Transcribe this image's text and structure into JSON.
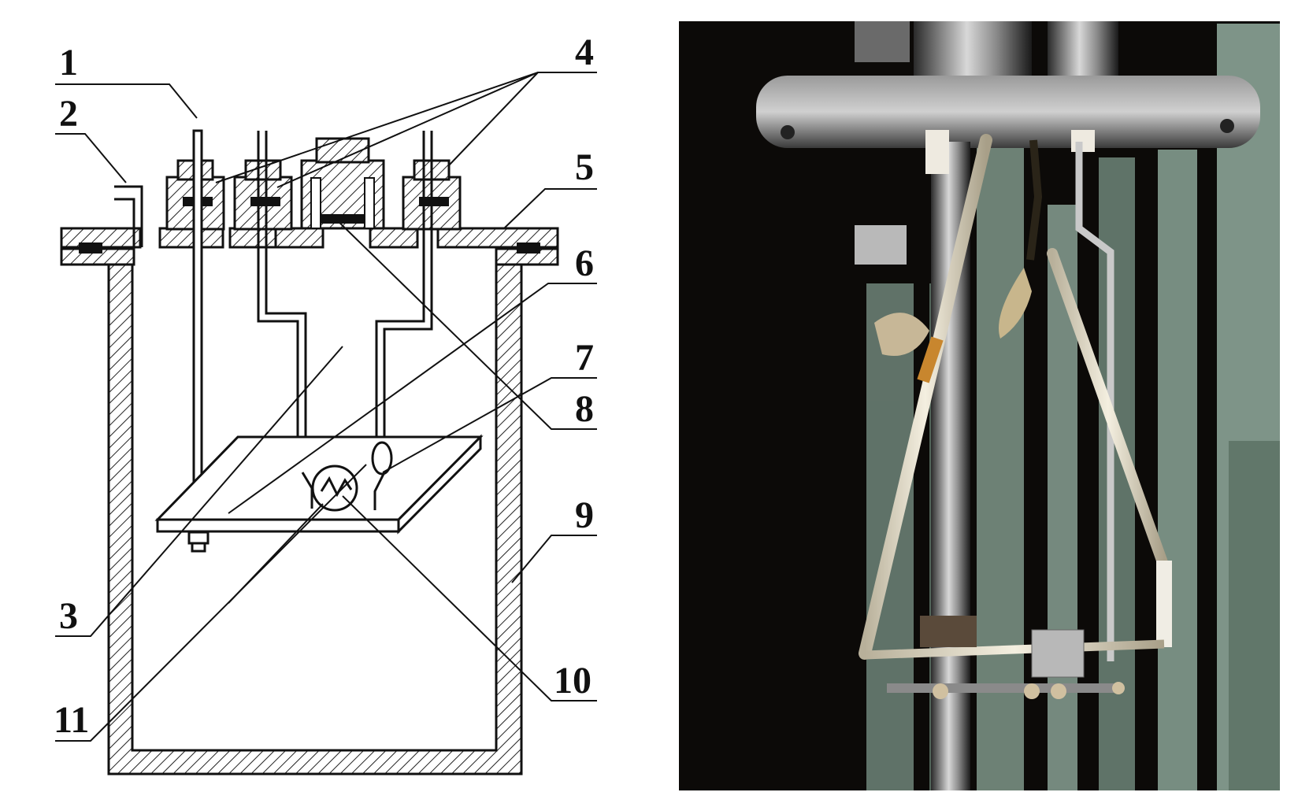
{
  "diagram": {
    "callouts": [
      "1",
      "2",
      "3",
      "4",
      "5",
      "6",
      "7",
      "8",
      "9",
      "10",
      "11"
    ]
  },
  "photo": {
    "background_color": "#0c0a08",
    "backdrop_color": "#8fa596"
  }
}
